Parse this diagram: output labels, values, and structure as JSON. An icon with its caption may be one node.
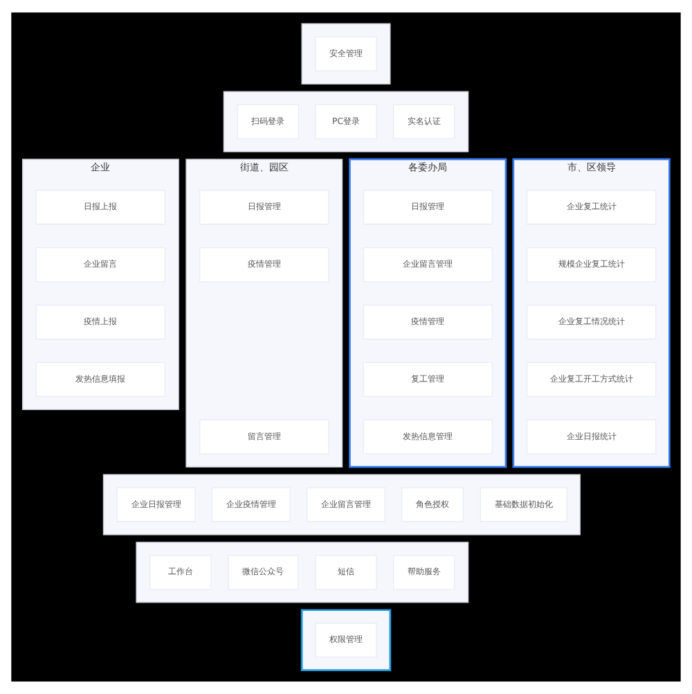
{
  "diagram": {
    "nodes": [
      {
        "text": [],
        "shape": "box"
      },
      {
        "text": [
          "安全管理"
        ],
        "in": 0
      },
      {
        "text": [],
        "shape": "box"
      },
      {
        "text": [
          "扫码登录"
        ],
        "in": 2
      },
      {
        "text": [
          "PC登录"
        ],
        "in": 2
      },
      {
        "text": [
          "实名认证"
        ],
        "in": 2
      },
      {
        "text": [
          "企业"
        ]
      },
      {
        "text": [
          "日报上报"
        ],
        "in": 6
      },
      {
        "text": [
          "企业留言"
        ],
        "in": 6
      },
      {
        "text": [
          "疫情上报"
        ],
        "in": 6
      },
      {
        "text": [
          "发热信息填报"
        ],
        "in": 6
      },
      {
        "text": [
          "街道、园区"
        ]
      },
      {
        "text": [
          "日报管理"
        ],
        "in": 11
      },
      {
        "text": [
          "疫情管理"
        ],
        "in": 11
      },
      {
        "text": [
          "留言管理"
        ],
        "in": 11
      },
      {
        "text": [
          "各委办局"
        ]
      },
      {
        "text": [
          "日报管理"
        ],
        "in": 15
      },
      {
        "text": [
          "企业留言管理"
        ],
        "in": 15
      },
      {
        "text": [
          "疫情管理"
        ],
        "in": 15
      },
      {
        "text": [
          "复工管理"
        ],
        "in": 15
      },
      {
        "text": [
          "发热信息管理"
        ],
        "in": 15
      },
      {
        "text": [
          "市、区领导"
        ]
      },
      {
        "text": [
          "企业复工统计"
        ],
        "in": 21
      },
      {
        "text": [
          "规模企业复工统计"
        ],
        "in": 21
      },
      {
        "text": [
          "企业复工情况统计"
        ],
        "in": 21
      },
      {
        "text": [
          "企业复工开工方式统计"
        ],
        "in": 21
      },
      {
        "text": [
          "企业日报统计"
        ],
        "in": 21
      },
      {
        "text": [],
        "shape": "box"
      },
      {
        "text": [
          "企业日报管理"
        ],
        "in": 27
      },
      {
        "text": [
          "企业疫情管理"
        ],
        "in": 27
      },
      {
        "text": [
          "企业留言管理"
        ],
        "in": 27
      },
      {
        "text": [
          "角色授权"
        ],
        "in": 27
      },
      {
        "text": [
          "基础数据初始化"
        ],
        "in": 27
      },
      {
        "text": [],
        "shape": "box"
      },
      {
        "text": [
          "工作台"
        ],
        "in": 33
      },
      {
        "text": [
          "微信公众号"
        ],
        "in": 33
      },
      {
        "text": [
          "短信"
        ],
        "in": 33
      },
      {
        "text": [
          "帮助服务"
        ],
        "in": 33
      },
      {
        "text": [],
        "shape": "box"
      },
      {
        "text": [
          "权限管理"
        ],
        "in": 38
      }
    ],
    "edges": []
  }
}
